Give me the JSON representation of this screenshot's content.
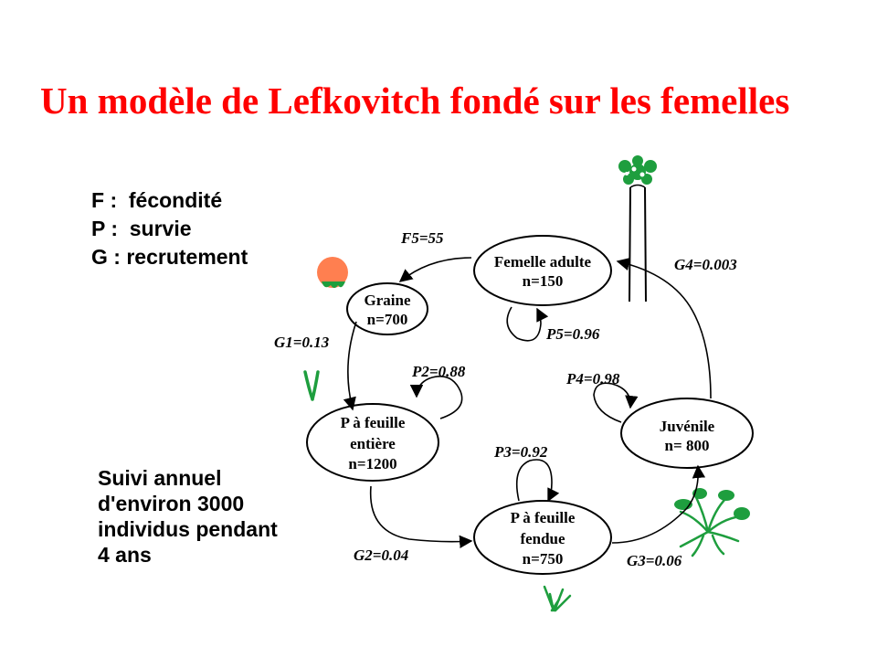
{
  "title": "Un modèle de Lefkovitch fondé sur les femelles",
  "legend": [
    "F :  fécondité",
    "P :  survie",
    "G : recrutement"
  ],
  "note": [
    "Suivi annuel",
    "d'environ 3000",
    "individus pendant",
    "4 ans"
  ],
  "nodes": {
    "femelle": [
      "Femelle adulte",
      "n=150"
    ],
    "graine": [
      "Graine",
      "n=700"
    ],
    "entiere": [
      "P à feuille",
      "entière",
      "n=1200"
    ],
    "fendue": [
      "P à feuille",
      "fendue",
      "n=750"
    ],
    "juvenile": [
      "Juvénile",
      "n= 800"
    ]
  },
  "edges": {
    "f5": "F5=55",
    "g1": "G1=0.13",
    "p2": "P2=0.88",
    "g2": "G2=0.04",
    "p3": "P3=0.92",
    "g3": "G3=0.06",
    "p4": "P4=0.98",
    "g4": "G4=0.003",
    "p5": "P5=0.96"
  },
  "colors": {
    "title": "#ff0000",
    "seed": "#ff7f50",
    "plant": "#1e9e3e"
  },
  "icons": [
    "palm-tree-icon",
    "seed-icon",
    "seedling-icon",
    "split-leaf-seedling-icon",
    "fan-palm-icon"
  ]
}
